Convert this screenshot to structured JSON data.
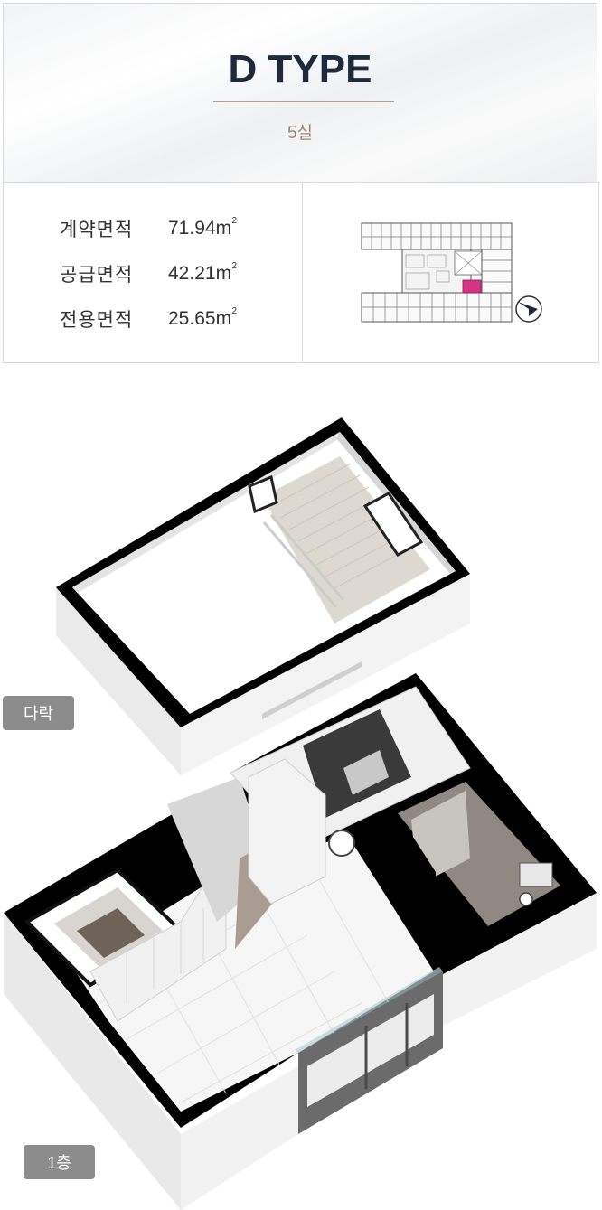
{
  "type_title": "D TYPE",
  "units": "5실",
  "areas": [
    {
      "label": "계약면적",
      "value": "71.94",
      "unit": "m"
    },
    {
      "label": "공급면적",
      "value": "42.21",
      "unit": "m"
    },
    {
      "label": "전용면적",
      "value": "25.65",
      "unit": "m"
    }
  ],
  "unit_sup": "2",
  "floor_labels": {
    "loft": "다락",
    "first": "1층"
  },
  "colors": {
    "title": "#1f2a3d",
    "accent": "#b79f88",
    "badge": "#8c8c8c",
    "highlight": "#d63384"
  },
  "icons": {
    "compass": "compass-icon"
  }
}
